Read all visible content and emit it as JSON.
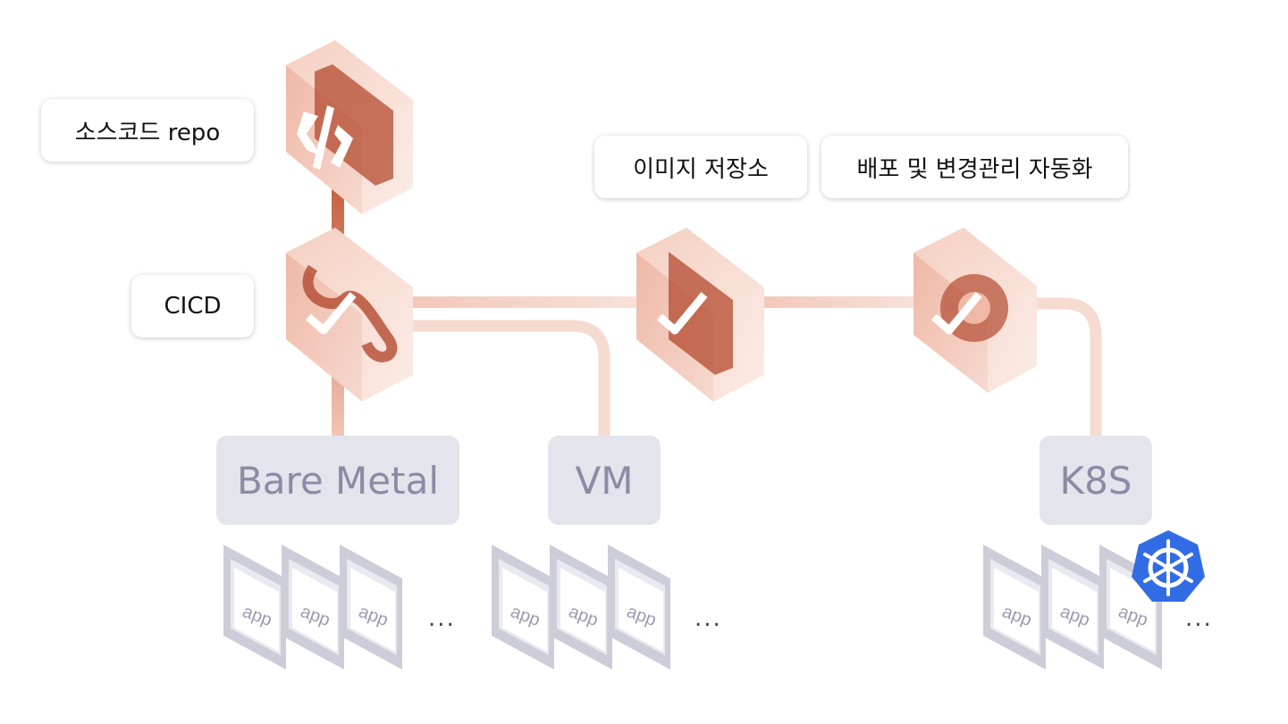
{
  "labels": {
    "source_repo": "소스코드 repo",
    "cicd": "CICD",
    "image_store": "이미지 저장소",
    "deploy_automation": "배포 및 변경관리 자동화"
  },
  "targets": {
    "bare_metal": "Bare Metal",
    "vm": "VM",
    "k8s": "K8S"
  },
  "app_label": "app",
  "more": "...",
  "icons": [
    "code-folder-icon",
    "infinity-check-icon",
    "image-store-check-icon",
    "gear-check-icon",
    "kubernetes-icon"
  ],
  "colors": {
    "pipeline": "#d97a5f",
    "line": "#f6ddd3",
    "target_bg": "#e4e4ec",
    "target_text": "#8c8ba6",
    "k8s_blue": "#326ce5"
  }
}
